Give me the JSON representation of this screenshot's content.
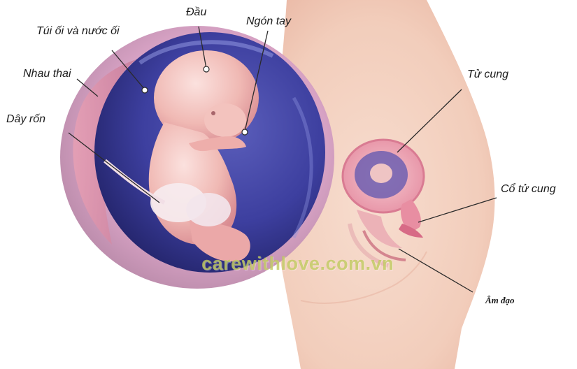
{
  "labels": {
    "amniotic_sac": "Túi ối và nước ối",
    "head": "Đầu",
    "finger": "Ngón tay",
    "placenta": "Nhau thai",
    "umbilical_cord": "Dây rốn",
    "uterus": "Tử cung",
    "cervix": "Cổ tử cung",
    "vagina": "Âm đạo"
  },
  "watermark": "carewithlove.com.vn",
  "colors": {
    "background": "#ffffff",
    "bubble_inner": "#3d3f9f",
    "placenta_pink": "#e9a3b8",
    "skin": "#f3d4c4",
    "fetus": "#f0b9b4",
    "leader_line": "#2a2a2a"
  }
}
